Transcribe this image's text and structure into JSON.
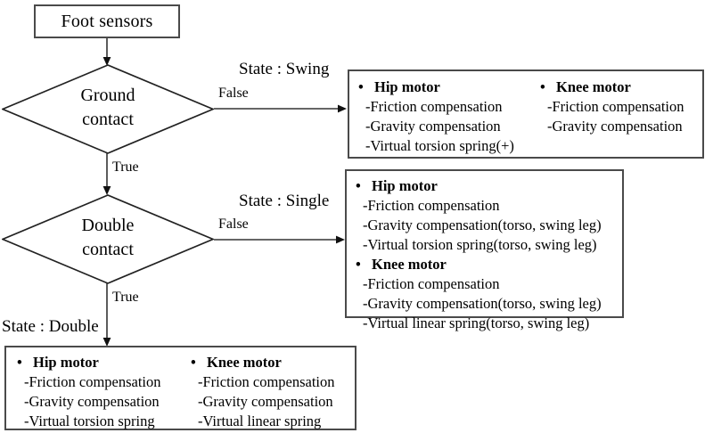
{
  "diagram": {
    "title": "Foot sensor state machine control flowchart",
    "type": "flowchart",
    "background": "#ffffff",
    "stroke": "#4a4a4a",
    "text_color": "#000000"
  },
  "start_node": {
    "label": "Foot sensors"
  },
  "decisions": [
    {
      "id": "ground-contact",
      "line1": "Ground",
      "line2": "contact",
      "false_label": "False",
      "true_label": "True"
    },
    {
      "id": "double-contact",
      "line1": "Double",
      "line2": "contact",
      "false_label": "False",
      "true_label": "True"
    }
  ],
  "state_labels": {
    "swing": "State : Swing",
    "single": "State : Single",
    "double": "State : Double"
  },
  "action_boxes": [
    {
      "id": "swing-actions",
      "layout": "two-column",
      "columns": [
        {
          "bullet": "•",
          "heading": "Hip motor",
          "items": [
            "-Friction compensation",
            "-Gravity compensation",
            "-Virtual torsion spring(+)"
          ]
        },
        {
          "bullet": "•",
          "heading": "Knee motor",
          "items": [
            "-Friction compensation",
            "-Gravity compensation"
          ]
        }
      ]
    },
    {
      "id": "single-actions",
      "layout": "single-column",
      "columns": [
        {
          "bullet": "•",
          "heading": "Hip motor",
          "items": [
            "-Friction compensation",
            "-Gravity compensation(torso, swing leg)",
            "-Virtual torsion spring(torso, swing leg)"
          ]
        },
        {
          "bullet": "•",
          "heading": "Knee motor",
          "items": [
            "-Friction compensation",
            "-Gravity compensation(torso, swing leg)",
            "-Virtual linear spring(torso, swing leg)"
          ]
        }
      ]
    },
    {
      "id": "double-actions",
      "layout": "two-column",
      "columns": [
        {
          "bullet": "•",
          "heading": "Hip motor",
          "items": [
            "-Friction compensation",
            "-Gravity compensation",
            "-Virtual torsion spring"
          ]
        },
        {
          "bullet": "•",
          "heading": "Knee motor",
          "items": [
            "-Friction compensation",
            "-Gravity compensation",
            "-Virtual linear spring"
          ]
        }
      ]
    }
  ]
}
